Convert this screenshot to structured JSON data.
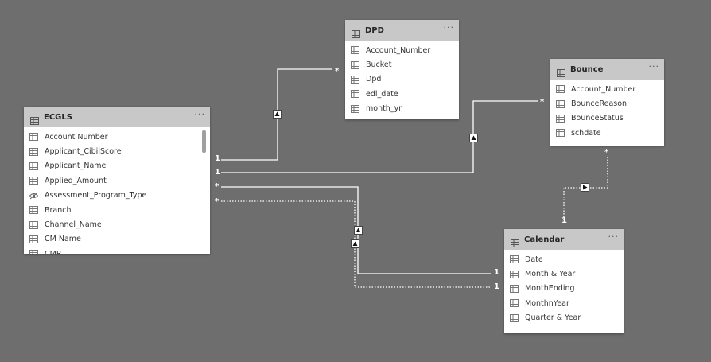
{
  "diagram": {
    "tables": [
      {
        "id": "ecgls",
        "title": "ECGLS",
        "fields": [
          {
            "name": "Account Number",
            "icon": "table-column-icon"
          },
          {
            "name": "Applicant_CibilScore",
            "icon": "table-column-icon"
          },
          {
            "name": "Applicant_Name",
            "icon": "table-column-icon"
          },
          {
            "name": "Applied_Amount",
            "icon": "table-column-icon"
          },
          {
            "name": "Assessment_Program_Type",
            "icon": "hidden-column-icon"
          },
          {
            "name": "Branch",
            "icon": "table-column-icon"
          },
          {
            "name": "Channel_Name",
            "icon": "table-column-icon"
          },
          {
            "name": "CM Name",
            "icon": "table-column-icon"
          },
          {
            "name": "CMR",
            "icon": "table-column-icon"
          }
        ]
      },
      {
        "id": "dpd",
        "title": "DPD",
        "fields": [
          {
            "name": "Account_Number",
            "icon": "table-column-icon"
          },
          {
            "name": "Bucket",
            "icon": "table-column-icon"
          },
          {
            "name": "Dpd",
            "icon": "table-column-icon"
          },
          {
            "name": "edl_date",
            "icon": "table-column-icon"
          },
          {
            "name": "month_yr",
            "icon": "table-column-icon"
          }
        ]
      },
      {
        "id": "bounce",
        "title": "Bounce",
        "fields": [
          {
            "name": "Account_Number",
            "icon": "table-column-icon"
          },
          {
            "name": "BounceReason",
            "icon": "table-column-icon"
          },
          {
            "name": "BounceStatus",
            "icon": "table-column-icon"
          },
          {
            "name": "schdate",
            "icon": "table-column-icon"
          }
        ]
      },
      {
        "id": "calendar",
        "title": "Calendar",
        "fields": [
          {
            "name": "Date",
            "icon": "table-column-icon"
          },
          {
            "name": "Month & Year",
            "icon": "table-column-icon"
          },
          {
            "name": "MonthEnding",
            "icon": "table-column-icon"
          },
          {
            "name": "MonthnYear",
            "icon": "table-column-icon"
          },
          {
            "name": "Quarter & Year",
            "icon": "table-column-icon"
          }
        ]
      }
    ],
    "more_label": "···",
    "relationships": [
      {
        "from": "ecgls",
        "to": "dpd",
        "from_label": "1",
        "to_label": "*",
        "style": "solid",
        "arrow": "up"
      },
      {
        "from": "ecgls",
        "to": "bounce",
        "from_label": "1",
        "to_label": "*",
        "style": "solid",
        "arrow": "up"
      },
      {
        "from": "ecgls",
        "to": "calendar",
        "from_label": "*",
        "to_label": "1",
        "style": "solid",
        "arrow": "up"
      },
      {
        "from": "ecgls",
        "to": "calendar",
        "from_label": "*",
        "to_label": "1",
        "style": "dotted",
        "arrow": "up"
      },
      {
        "from": "calendar",
        "to": "bounce",
        "from_label": "1",
        "to_label": "*",
        "style": "dotted",
        "arrow": "right"
      }
    ],
    "colors": {
      "canvas": "#6e6e6e",
      "header": "#c8c8c8",
      "line": "#ffffff"
    }
  }
}
